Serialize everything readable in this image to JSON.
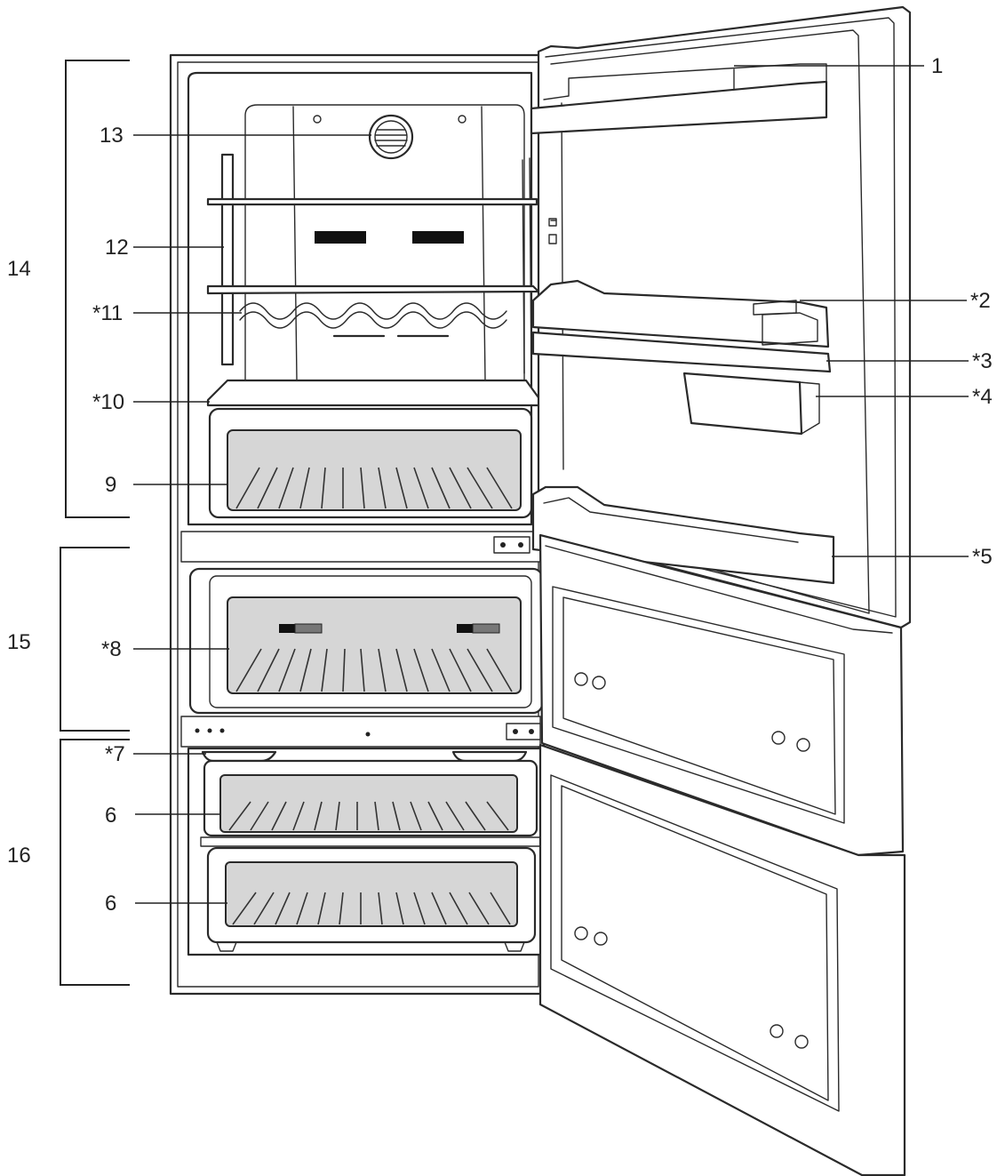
{
  "diagram": {
    "callouts": {
      "c1": "1",
      "c2": "*2",
      "c3": "*3",
      "c4": "*4",
      "c5": "*5",
      "c6a": "6",
      "c6b": "6",
      "c7": "*7",
      "c8": "*8",
      "c9": "9",
      "c10": "*10",
      "c11": "*11",
      "c12": "12",
      "c13": "13",
      "c14": "14",
      "c15": "15",
      "c16": "16"
    },
    "colors": {
      "line": "#2a2a2a",
      "tray_fill": "#d6d6d6",
      "background": "#ffffff"
    }
  }
}
